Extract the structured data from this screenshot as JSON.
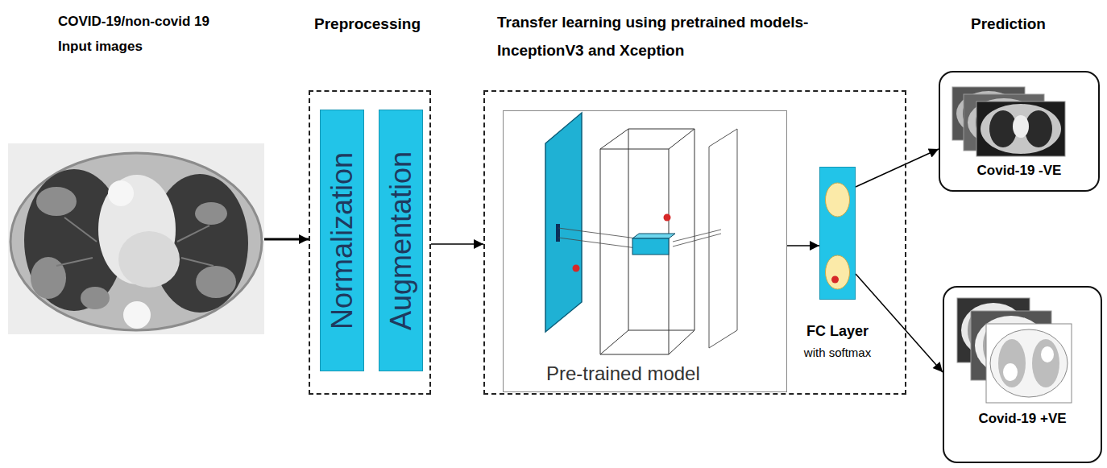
{
  "diagram": {
    "nodes": [
      {
        "text": [
          "COVID-19/non-covid 19 Input images"
        ]
      },
      {
        "text": [
          "Preprocessing"
        ]
      },
      {
        "text": [
          "Normalization"
        ],
        "in": 1
      },
      {
        "text": [
          "Augmentation"
        ],
        "in": 1
      },
      {
        "text": [
          "Transfer learning using pretrained models- InceptionV3 and Xception"
        ]
      },
      {
        "text": [
          "Pre-trained model"
        ],
        "in": 4
      },
      {
        "text": [
          "FC Layer",
          "with softmax"
        ],
        "in": 4
      },
      {
        "text": [
          "Covid-19 -VE"
        ]
      },
      {
        "text": [
          "Covid-19 +VE"
        ]
      }
    ],
    "edges": [
      {
        "from": 0,
        "to": 1,
        "arrow": "to"
      },
      {
        "from": 1,
        "to": 4,
        "arrow": "to"
      },
      {
        "from": 5,
        "to": 6,
        "arrow": "to"
      },
      {
        "from": 6,
        "to": 7,
        "arrow": "to"
      },
      {
        "from": 6,
        "to": 8,
        "arrow": "to"
      }
    ],
    "labels": [
      "Prediction"
    ]
  }
}
